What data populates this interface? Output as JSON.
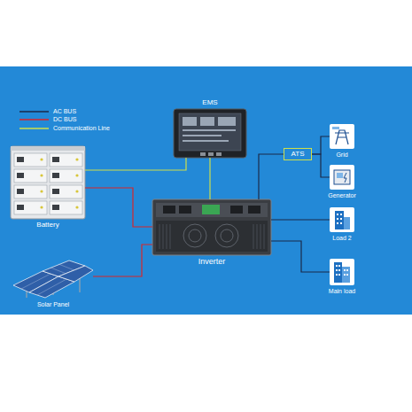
{
  "diagram": {
    "nodes": [
      {
        "text": [
          "EMS"
        ]
      },
      {
        "text": [
          "ATS"
        ]
      },
      {
        "text": [
          "Grid"
        ]
      },
      {
        "text": [
          "Battery"
        ]
      },
      {
        "text": [
          "Generator"
        ]
      },
      {
        "text": [
          "Inverter"
        ]
      },
      {
        "text": [
          "Load 2"
        ]
      },
      {
        "text": [
          "Solar Panel"
        ]
      },
      {
        "text": [
          "Main load"
        ]
      }
    ],
    "edges": [
      {
        "from": 3,
        "to": 5,
        "arrow": "none"
      },
      {
        "from": 7,
        "to": 5,
        "arrow": "none"
      },
      {
        "from": 0,
        "to": 5,
        "arrow": "none"
      },
      {
        "from": 0,
        "to": 3,
        "arrow": "none"
      },
      {
        "from": 5,
        "to": 1,
        "arrow": "none"
      },
      {
        "from": 1,
        "to": 2,
        "arrow": "none"
      },
      {
        "from": 1,
        "to": 4,
        "arrow": "none"
      },
      {
        "from": 5,
        "to": 6,
        "arrow": "none"
      },
      {
        "from": 5,
        "to": 8,
        "arrow": "none"
      }
    ],
    "legend": [
      {
        "text": "AC BUS"
      },
      {
        "text": "DC BUS"
      },
      {
        "text": "Communication Line"
      }
    ]
  }
}
